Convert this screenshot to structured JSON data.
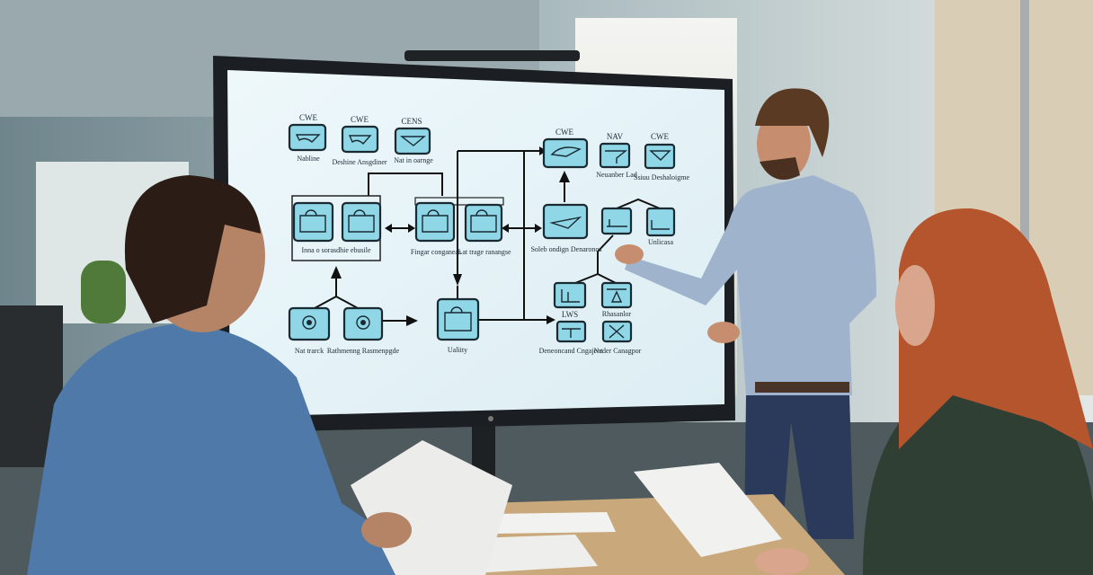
{
  "scene": {
    "description_type": "photo",
    "colors": {
      "screen": "#e6f3f7",
      "node_fill": "#8fd6e6",
      "bezel": "#1b1e22",
      "presenter_shirt": "#9fb4cc",
      "foreground_shirt": "#4f79a8",
      "woman_hair": "#b4552e",
      "table": "#c9a97c"
    }
  },
  "diagram": {
    "headers": [
      "CWE",
      "CWE",
      "CENS",
      "CWE",
      "NAV",
      "CWE",
      "LWS"
    ],
    "labels": [
      "Nabline",
      "Deshine Ansgdiner",
      "Nat in oarnge",
      "Inna o sorasdhie ebusile",
      "Fingar conganeas",
      "Lat trage ranangse",
      "Nat trarck",
      "Rathmenng Rasmenpgde",
      "Ualiity",
      "Soleb ondign Denaronos",
      "Neuanber Lad",
      "Ssiuu Deshaloigme",
      "Unlicasa",
      "Rhasanlor",
      "Deneoncand Cngajent",
      "Nader Canagpor"
    ]
  }
}
